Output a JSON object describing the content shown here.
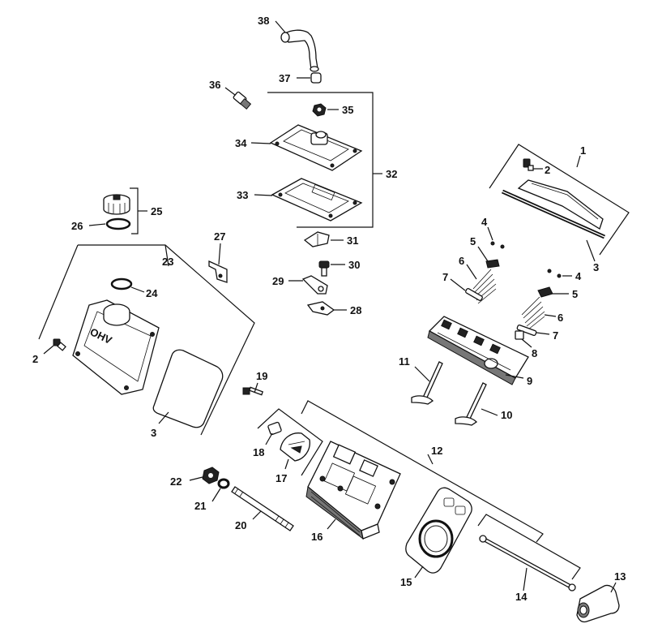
{
  "callouts": {
    "c1": "1",
    "c2a": "2",
    "c2b": "2",
    "c3a": "3",
    "c3b": "3",
    "c4a": "4",
    "c4b": "4",
    "c5a": "5",
    "c5b": "5",
    "c6a": "6",
    "c6b": "6",
    "c7a": "7",
    "c7b": "7",
    "c8": "8",
    "c9": "9",
    "c10": "10",
    "c11": "11",
    "c12": "12",
    "c13": "13",
    "c14": "14",
    "c15": "15",
    "c16": "16",
    "c17": "17",
    "c18": "18",
    "c19": "19",
    "c20": "20",
    "c21": "21",
    "c22": "22",
    "c23": "23",
    "c24": "24",
    "c25": "25",
    "c26": "26",
    "c27": "27",
    "c28": "28",
    "c29": "29",
    "c30": "30",
    "c31": "31",
    "c32": "32",
    "c33": "33",
    "c34": "34",
    "c35": "35",
    "c36": "36",
    "c37": "37",
    "c38": "38"
  },
  "cover_marking": "OHV"
}
